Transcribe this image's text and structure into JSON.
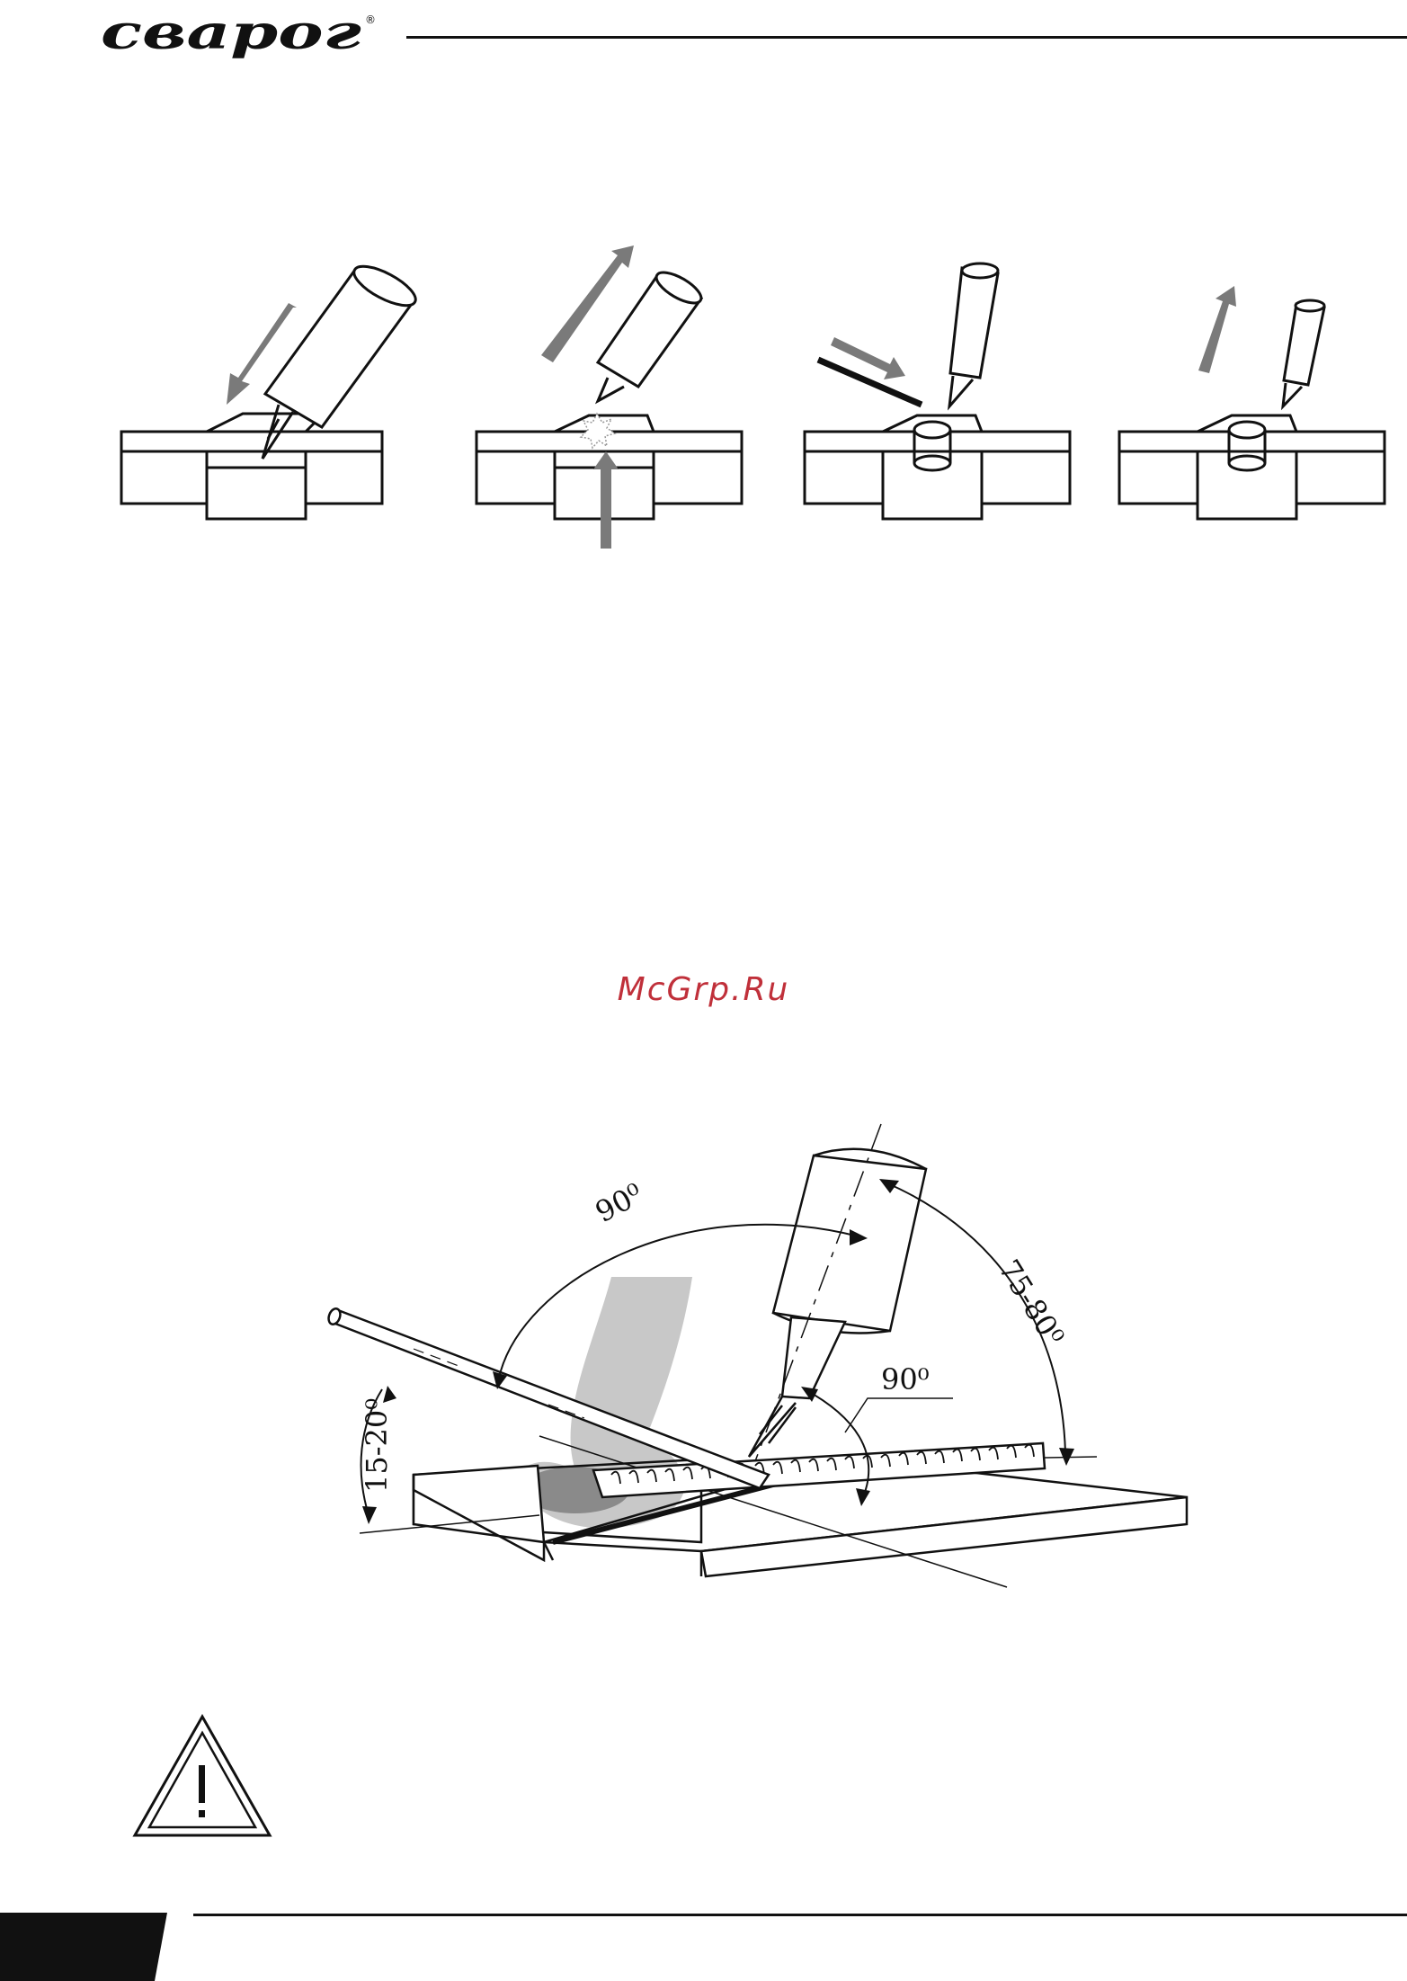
{
  "header": {
    "logo_text": "сварог",
    "logo_mark": "®"
  },
  "watermark": {
    "text": "McGrp.Ru",
    "color": "#c0303a"
  },
  "figure_welding": {
    "labels": {
      "angle_top": "90⁰",
      "angle_right": "75-80⁰",
      "angle_inner": "90⁰",
      "angle_left": "15-20⁰"
    }
  },
  "colors": {
    "ink": "#111111",
    "arrow_gray": "#7a7a7a",
    "shade_light": "#c8c8c8",
    "shade_dark": "#8a8a8a"
  },
  "icons": [
    "warning-triangle-icon"
  ]
}
